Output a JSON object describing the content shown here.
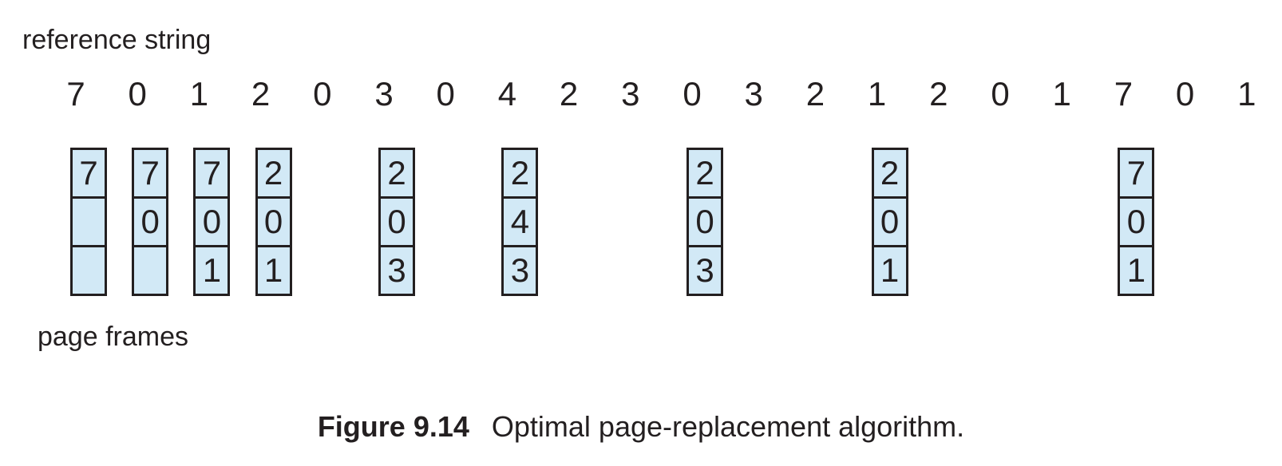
{
  "labels": {
    "reference_string": "reference string",
    "page_frames": "page frames"
  },
  "reference_string": [
    "7",
    "0",
    "1",
    "2",
    "0",
    "3",
    "0",
    "4",
    "2",
    "3",
    "0",
    "3",
    "2",
    "1",
    "2",
    "0",
    "1",
    "7",
    "0",
    "1"
  ],
  "frames": [
    {
      "ref_index": 0,
      "cells": [
        "7",
        "",
        ""
      ]
    },
    {
      "ref_index": 1,
      "cells": [
        "7",
        "0",
        ""
      ]
    },
    {
      "ref_index": 2,
      "cells": [
        "7",
        "0",
        "1"
      ]
    },
    {
      "ref_index": 3,
      "cells": [
        "2",
        "0",
        "1"
      ]
    },
    {
      "ref_index": 5,
      "cells": [
        "2",
        "0",
        "3"
      ]
    },
    {
      "ref_index": 7,
      "cells": [
        "2",
        "4",
        "3"
      ]
    },
    {
      "ref_index": 10,
      "cells": [
        "2",
        "0",
        "3"
      ]
    },
    {
      "ref_index": 13,
      "cells": [
        "2",
        "0",
        "1"
      ]
    },
    {
      "ref_index": 17,
      "cells": [
        "7",
        "0",
        "1"
      ]
    }
  ],
  "caption": {
    "number": "Figure 9.14",
    "text": "Optimal page-replacement algorithm."
  },
  "colors": {
    "frame_fill": "#d2e9f6",
    "line": "#231f20"
  }
}
